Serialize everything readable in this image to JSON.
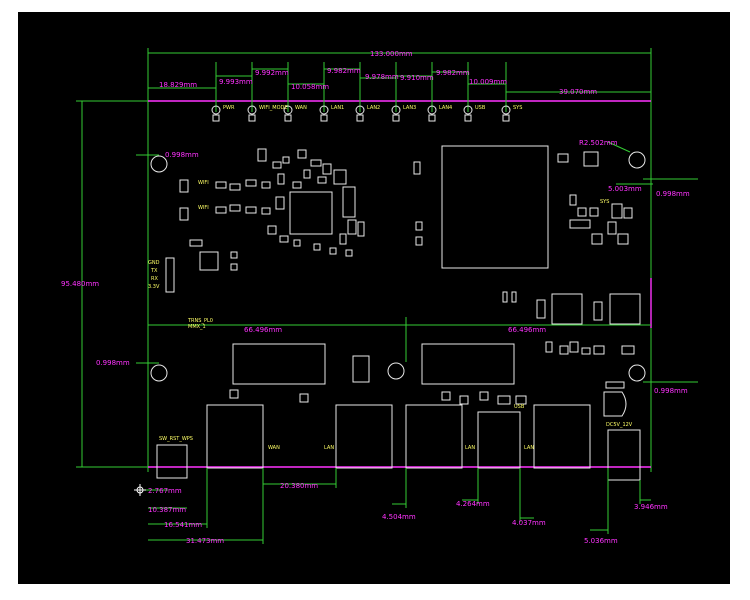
{
  "colors": {
    "background": "#000000",
    "dimension_line": "#33cc33",
    "dimension_text": "#ff33ff",
    "silkscreen": "#e8e8e8",
    "label_text": "#ffff66"
  },
  "dimensions": {
    "overall_width": "133.000mm",
    "overall_height": "95.480mm",
    "top_offset_left": "18.829mm",
    "top_a": "9.993mm",
    "top_b": "9.992mm",
    "top_c": "10.058mm",
    "top_d": "9.982mm",
    "top_e": "9.978mm",
    "top_f": "9.910mm",
    "top_g": "9.982mm",
    "top_h": "10.009mm",
    "top_right": "39.070mm",
    "corner_radius": "R2.502mm",
    "hole_left_upper": "0.998mm",
    "hole_left_lower": "0.998mm",
    "hole_right_upper_x": "5.003mm",
    "hole_right_upper_y": "0.998mm",
    "hole_right_lower": "0.998mm",
    "mid_left": "66.496mm",
    "mid_right": "66.496mm",
    "bot_1": "2.767mm",
    "bot_2": "10.387mm",
    "bot_3": "16.541mm",
    "bot_4": "31.473mm",
    "bot_5": "20.380mm",
    "bot_6": "4.504mm",
    "bot_7": "4.264mm",
    "bot_8": "4.037mm",
    "bot_9": "5.036mm",
    "bot_10": "3.946mm"
  },
  "labels": {
    "pin_gnd": "GND",
    "pin_tx": "TX",
    "pin_rx": "RX",
    "pin_33v": "3.3V",
    "sw_label": "SW_RST_WPS",
    "dc_label": "DC5V_12V",
    "ant1": "WIFI",
    "ant2": "WIFI",
    "port_wan": "WAN",
    "port_lan1": "LAN",
    "port_lan2": "LAN",
    "port_lan3": "LAN",
    "tag_a": "TRNS_PL0",
    "tag_b": "MMX_1",
    "led1": "PWR",
    "led2": "WIFI_MODE",
    "led3": "WAN",
    "led4": "LAN1",
    "led5": "LAN2",
    "led6": "LAN3",
    "led7": "LAN4",
    "led8": "USB",
    "led9": "SYS",
    "usb_label": "USB",
    "aux_label": "SYS"
  }
}
